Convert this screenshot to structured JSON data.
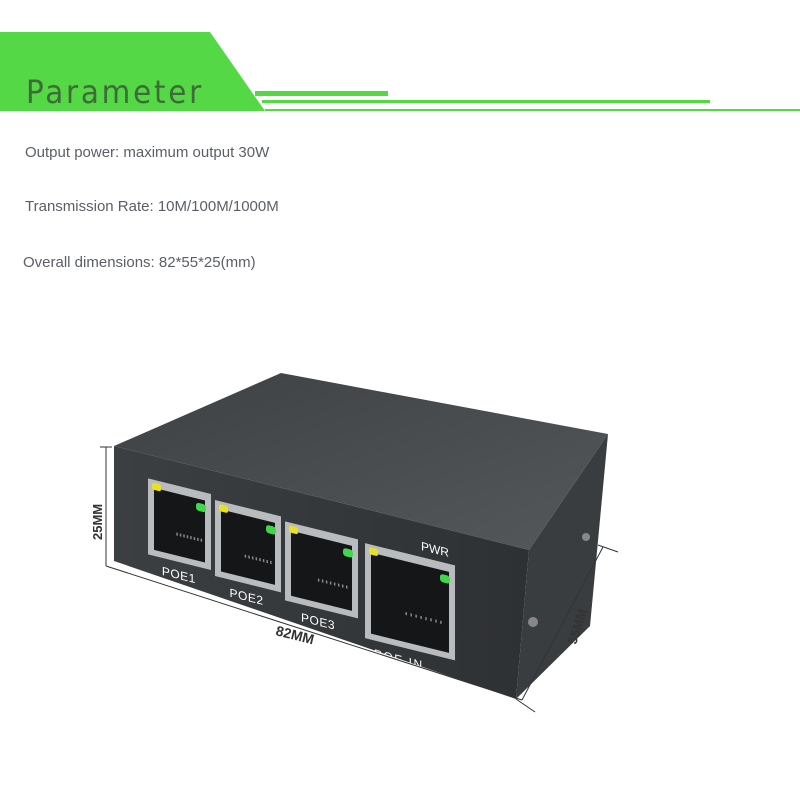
{
  "header": {
    "title": "Parameter",
    "accent_color": "#55d845"
  },
  "specs": [
    "Output power: maximum output 30W",
    "Transmission Rate: 10M/100M/1000M",
    "Overall dimensions: 82*55*25(mm)"
  ],
  "device": {
    "ports": [
      "POE1",
      "POE2",
      "POE3",
      "POE IN"
    ],
    "pwr_label": "PWR",
    "dimensions": {
      "height": "25MM",
      "width": "82MM",
      "depth": "55MM"
    },
    "led_colors": {
      "yellow": "#e8e020",
      "green": "#3fd84a"
    }
  }
}
